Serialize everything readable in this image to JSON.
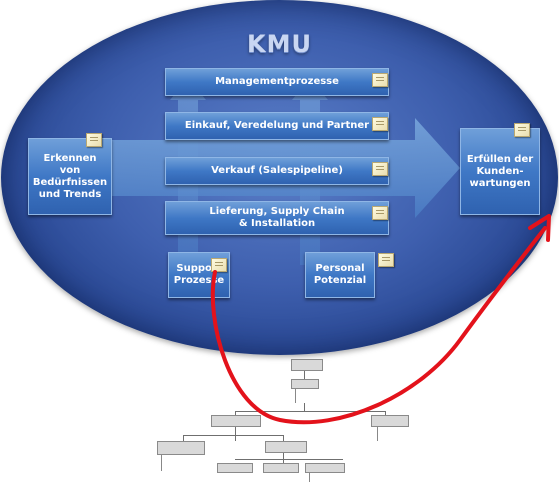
{
  "diagram": {
    "title": "KMU",
    "left_box": "Erkennen von\nBedürfnissen\nund Trends",
    "right_box": "Erfüllen der\nKunden-\nwartungen",
    "process_bars": [
      "Managementprozesse",
      "Einkauf, Veredelung und Partner",
      "Verkauf  (Salespipeline)",
      "Lieferung, Supply Chain\n& Installation"
    ],
    "support_box": "Support\nProzesse",
    "personal_box": "Personal\nPotenzial",
    "colors": {
      "ellipse": "#2c4b98",
      "box": "#3f78c6",
      "arrow": "#5f93d3",
      "red_curve": "#e3121b",
      "note": "#f3ecc6"
    }
  }
}
